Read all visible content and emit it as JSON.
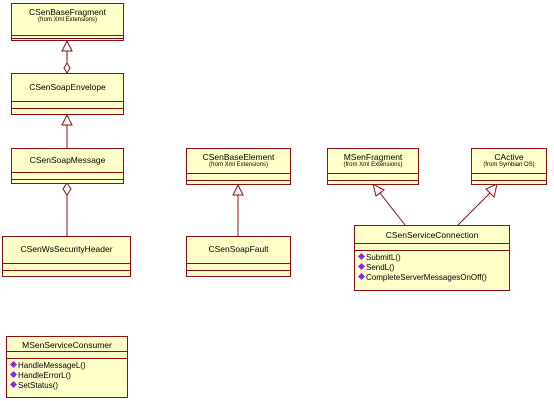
{
  "classes": {
    "base_fragment": {
      "name": "CSenBaseFragment",
      "package": "(from Xml Extensions)"
    },
    "soap_envelope": {
      "name": "CSenSoapEnvelope"
    },
    "soap_message": {
      "name": "CSenSoapMessage"
    },
    "ws_security_header": {
      "name": "CSenWsSecurityHeader"
    },
    "base_element": {
      "name": "CSenBaseElement",
      "package": "(from Xml Extensions)"
    },
    "soap_fault": {
      "name": "CSenSoapFault"
    },
    "msen_fragment": {
      "name": "MSenFragment",
      "package": "(from Xml Extensions)"
    },
    "cactive": {
      "name": "CActive",
      "package": "(from Symbian OS)"
    },
    "service_connection": {
      "name": "CSenServiceConnection",
      "operations": [
        "SubmitL()",
        "SendL()",
        "CompleteServerMessagesOnOff()"
      ]
    },
    "service_consumer": {
      "name": "MSenServiceConsumer",
      "operations": [
        "HandleMessageL()",
        "HandleErrorL()",
        "SetStatus()"
      ]
    }
  },
  "colors": {
    "class_fill": "#ffffc8",
    "class_border": "#8b0f14",
    "operation_icon": "#8a2be2"
  }
}
